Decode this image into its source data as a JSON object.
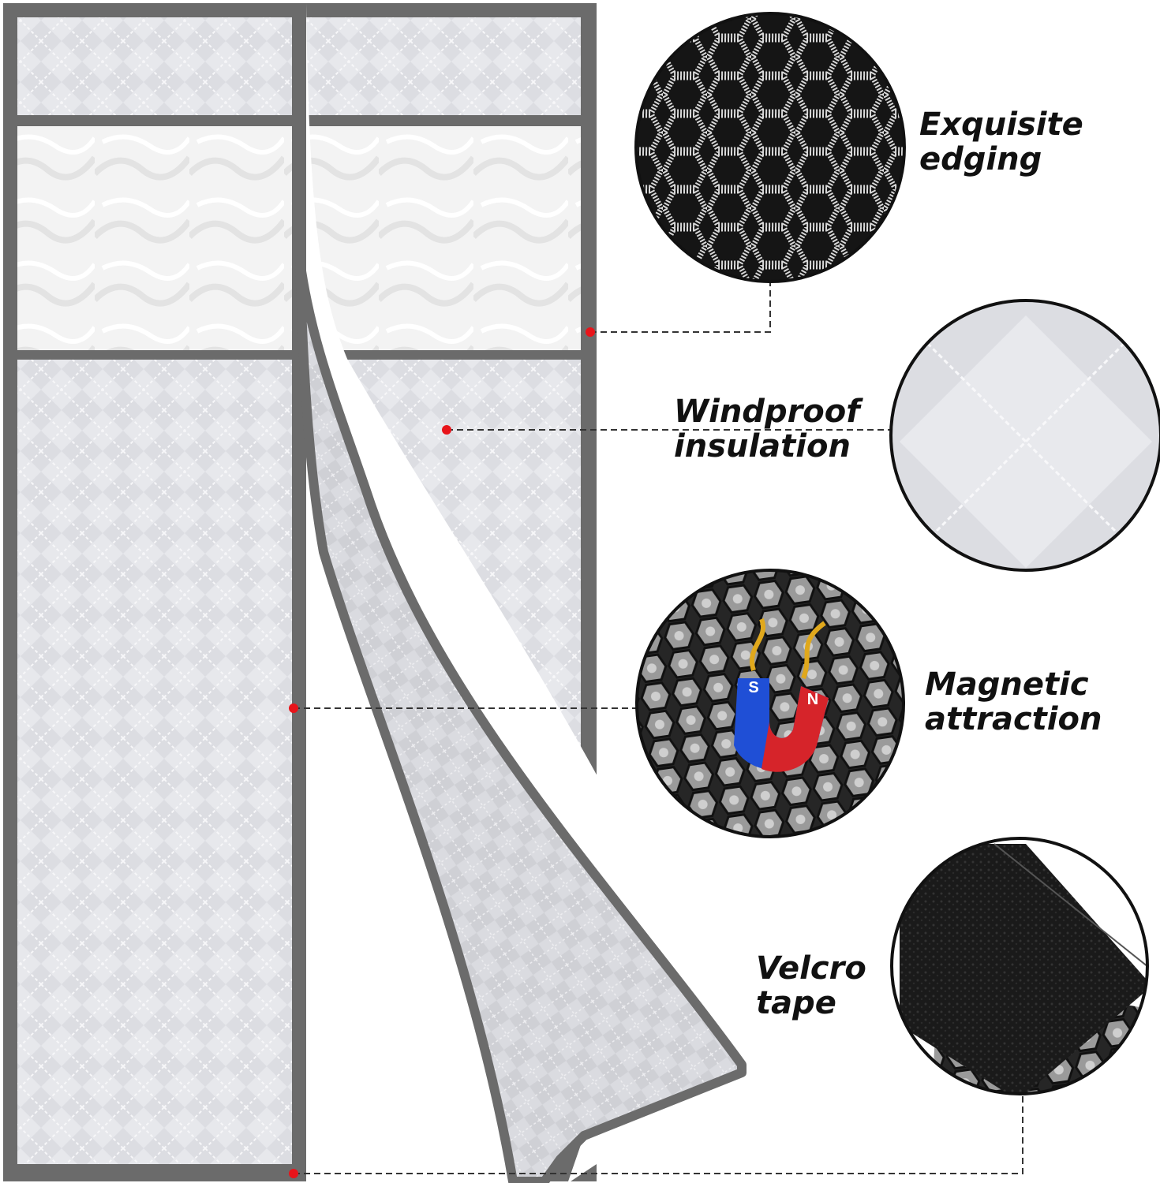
{
  "features": [
    {
      "id": "edging",
      "line1": "Exquisite",
      "line2": "edging",
      "detail_icon": "hexagon-mesh-edging"
    },
    {
      "id": "windproof",
      "line1": "Windproof",
      "line2": "insulation",
      "detail_icon": "quilted-fabric"
    },
    {
      "id": "magnetic",
      "line1": "Magnetic",
      "line2": "attraction",
      "detail_icon": "horseshoe-magnet"
    },
    {
      "id": "velcro",
      "line1": "Velcro",
      "line2": "tape",
      "detail_icon": "hook-and-loop-tape"
    }
  ],
  "magnet": {
    "pole_left": "S",
    "pole_right": "N"
  },
  "colors": {
    "frame": "#6b6b6b",
    "quilt": "#dcdde2",
    "mesh_dark": "#111111",
    "marker": "#e8141a",
    "magnet_blue": "#1f4fd6",
    "magnet_red": "#d6242a"
  }
}
